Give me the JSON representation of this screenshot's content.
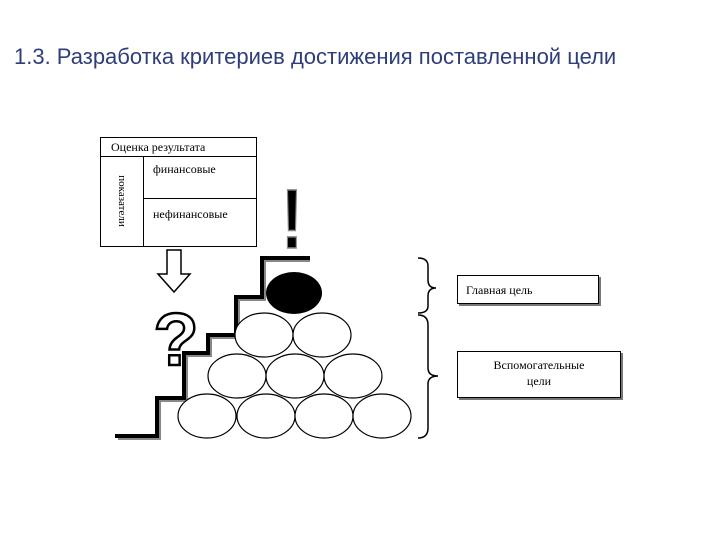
{
  "slide": {
    "title": "1.3. Разработка критериев достижения поставленной цели"
  },
  "evaluation_table": {
    "header": "Оценка результата",
    "side_label": "показатели",
    "row1": "финансовые",
    "row2": "нефинансовые"
  },
  "symbols": {
    "exclamation": "!",
    "question": "?"
  },
  "goals": {
    "main_goal": "Главная цель",
    "aux_goals_line1": "Вспомогательные",
    "aux_goals_line2": "цели"
  },
  "colors": {
    "title": "#2f3e7a",
    "ink": "#000000",
    "background": "#ffffff"
  }
}
